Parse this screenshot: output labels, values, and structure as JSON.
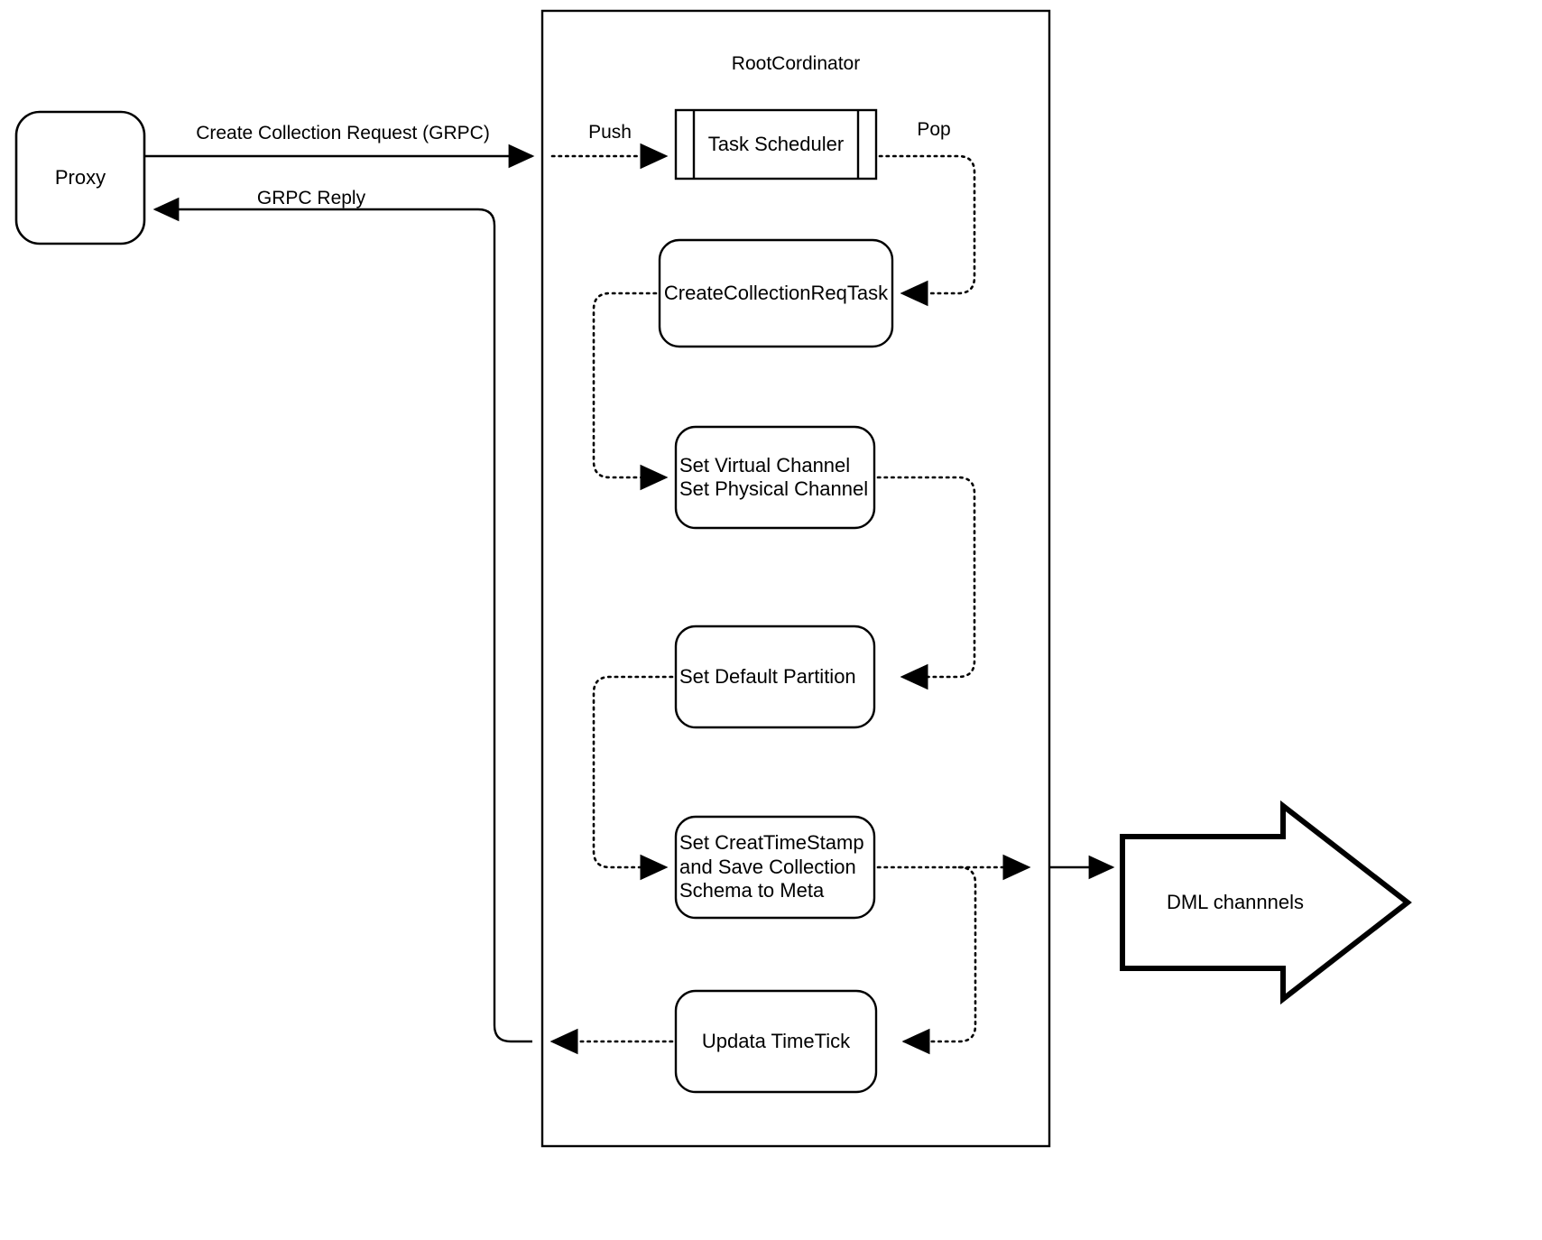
{
  "diagram": {
    "title": "RootCordinator",
    "container_label": "RootCordinator",
    "stroke_color": "#000000",
    "fill_color": "#ffffff",
    "nodes": {
      "proxy": "Proxy",
      "task_scheduler": "Task Scheduler",
      "create_collection_req_task": "CreateCollectionReqTask",
      "set_channel_line1": "Set Virtual Channel",
      "set_channel_line2": "Set Physical Channel",
      "set_default_partition": "Set Default Partition",
      "set_timestamp_line1": "Set CreatTimeStamp",
      "set_timestamp_line2": "and Save Collection",
      "set_timestamp_line3": "Schema to Meta",
      "update_timetick": "Updata TimeTick",
      "dml_channels": "DML channnels"
    },
    "edge_labels": {
      "create_collection_request": "Create Collection Request (GRPC)",
      "grpc_reply": "GRPC Reply",
      "push": "Push",
      "pop": "Pop"
    }
  }
}
